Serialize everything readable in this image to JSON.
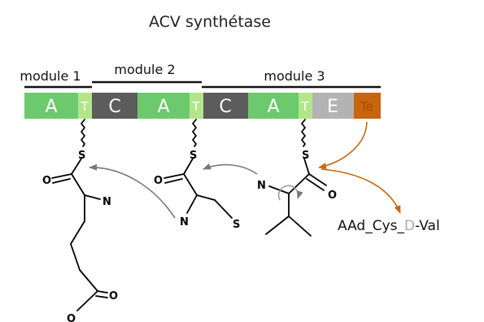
{
  "title": "ACV synthétase",
  "modules": [
    {
      "label": "module 1"
    },
    {
      "label": "module 2"
    },
    {
      "label": "module 3"
    }
  ],
  "domains": [
    {
      "label": "A",
      "color": "#6dc96d"
    },
    {
      "label": "T",
      "color": "#b3e68a"
    },
    {
      "label": "C",
      "color": "#5c5c5c"
    },
    {
      "label": "A",
      "color": "#6dc96d"
    },
    {
      "label": "T",
      "color": "#b3e68a"
    },
    {
      "label": "C",
      "color": "#5c5c5c"
    },
    {
      "label": "A",
      "color": "#6dc96d"
    },
    {
      "label": "T",
      "color": "#b3e68a"
    },
    {
      "label": "E",
      "color": "#b3b3b3"
    },
    {
      "label": "Te",
      "color": "#c8650f"
    }
  ],
  "atoms": {
    "s1": "S",
    "o1": "O",
    "n1": "N",
    "o2": "O",
    "o3": "O",
    "s2": "S",
    "o4": "O",
    "n2": "N",
    "s3": "S",
    "s4": "S",
    "n3": "N",
    "o5": "O"
  },
  "product": {
    "part1": "AAd_Cys_",
    "part2": "D",
    "part3": "-Val"
  },
  "colors": {
    "arrow_gray": "#777777",
    "arrow_orange": "#c8650f",
    "d_gray": "#aaaaaa"
  }
}
